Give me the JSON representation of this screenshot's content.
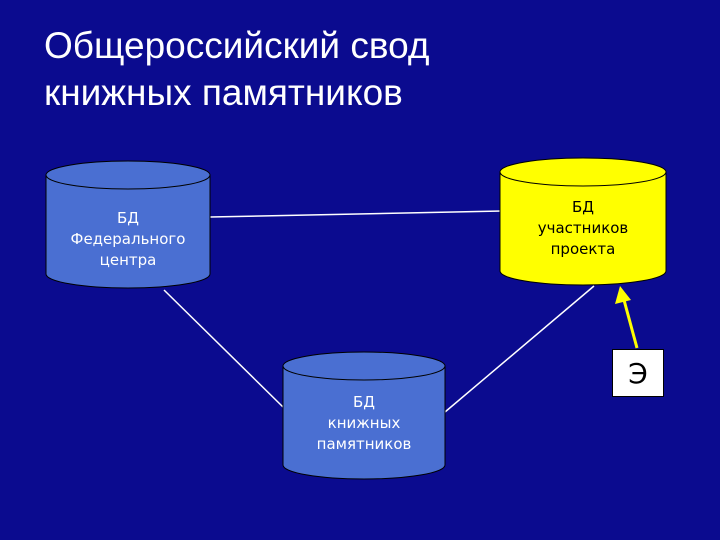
{
  "title": {
    "line1": "Общероссийский свод",
    "line2": "книжных памятников"
  },
  "nodes": {
    "federal": {
      "lines": [
        "БД",
        "Федерального",
        "центра"
      ],
      "color": "#4a6fd2"
    },
    "participants": {
      "lines": [
        "БД",
        "участников",
        "проекта"
      ],
      "color": "#ffff00"
    },
    "books": {
      "lines": [
        "БД",
        "книжных",
        "памятников"
      ],
      "color": "#4a6fd2"
    }
  },
  "marker": {
    "label": "Э"
  },
  "colors": {
    "background": "#0b0b8f",
    "connector": "#ffffff",
    "arrow": "#ffff00"
  }
}
